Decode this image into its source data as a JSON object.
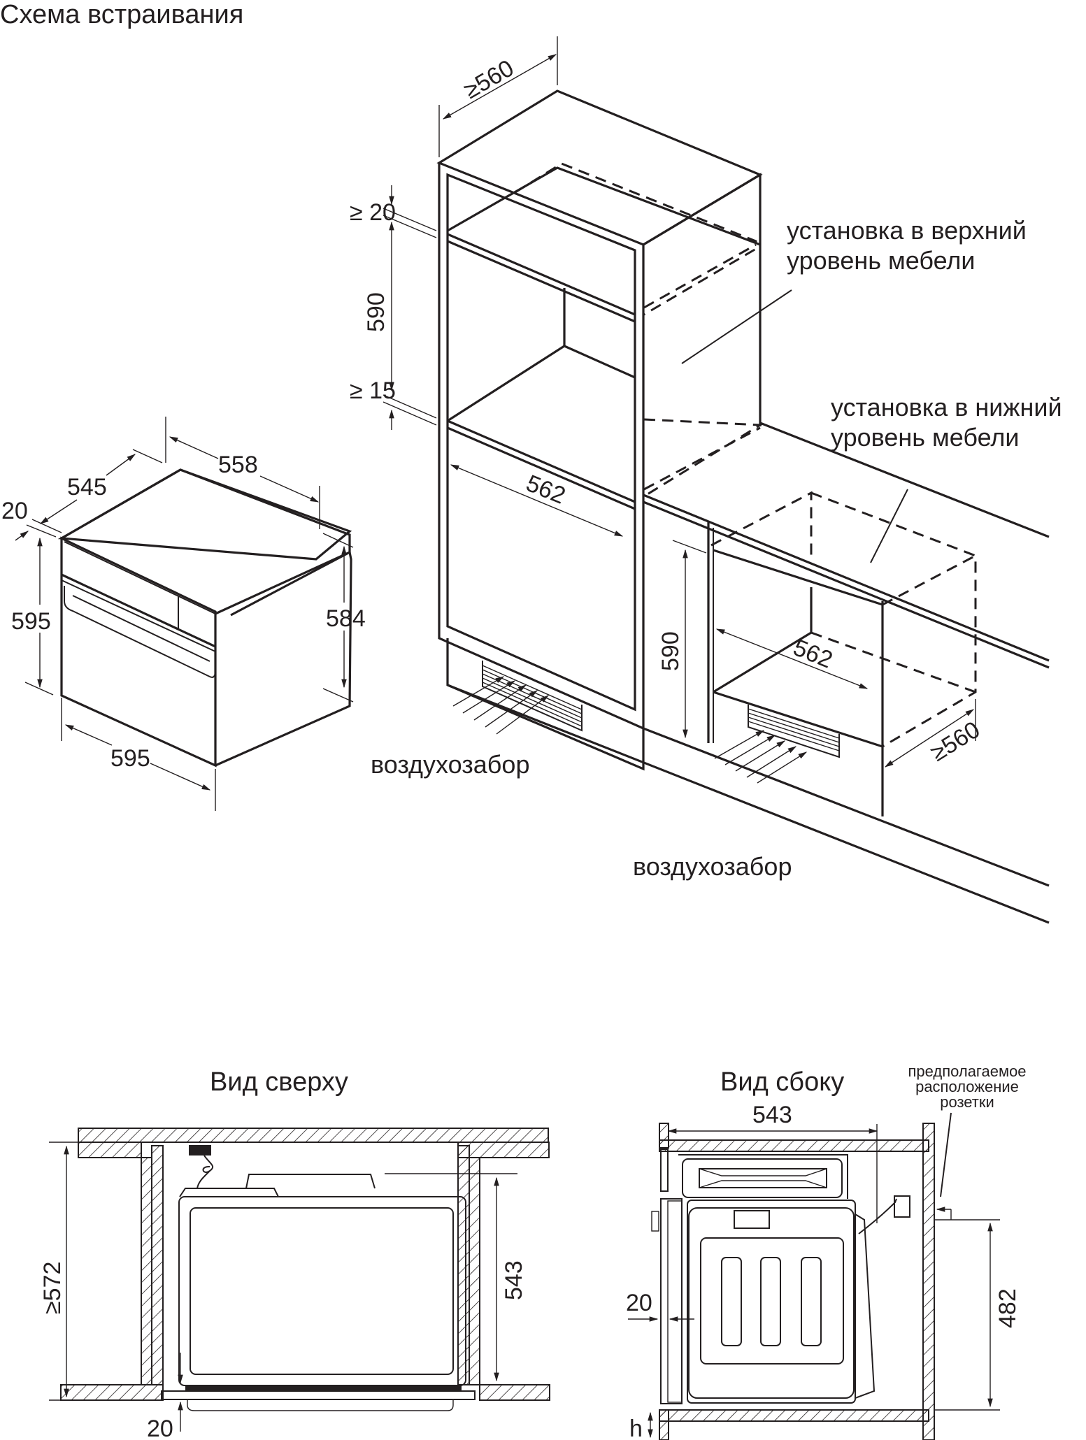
{
  "title": "Схема встраивания",
  "isometric": {
    "oven": {
      "dims": {
        "front_offset": "20",
        "depth_body": "545",
        "depth_total": "558",
        "height_front": "595",
        "height_body": "584",
        "width": "595"
      }
    },
    "tall_cabinet": {
      "dims": {
        "depth": "≥560",
        "gap_top": "≥ 20",
        "niche_height": "590",
        "gap_bottom": "≥ 15",
        "niche_width": "562"
      },
      "label_line1": "установка в верхний",
      "label_line2": "уровень мебели",
      "air_label": "воздухозабор"
    },
    "base_cabinet": {
      "dims": {
        "niche_height": "590",
        "niche_width": "562",
        "depth": "≥560"
      },
      "label_line1": "установка в нижний",
      "label_line2": "уровень мебели",
      "air_label": "воздухозабор"
    }
  },
  "top_view": {
    "title": "Вид сверху",
    "dims": {
      "niche_depth": "≥572",
      "oven_depth": "543",
      "front_offset": "20"
    }
  },
  "side_view": {
    "title": "Вид сбоку",
    "socket_note_line1": "предполагаемое",
    "socket_note_line2": "расположение",
    "socket_note_line3": "розетки",
    "dims": {
      "oven_depth": "543",
      "socket_height": "482",
      "front_offset": "20",
      "base_height": "h"
    }
  }
}
